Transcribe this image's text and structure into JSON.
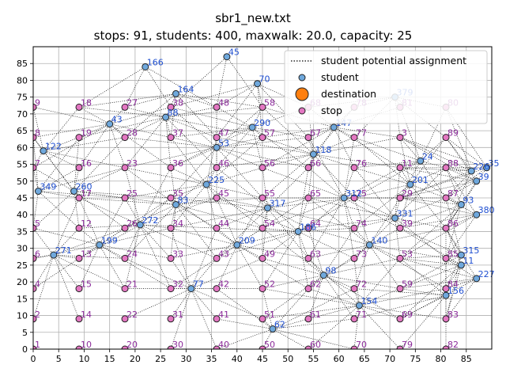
{
  "chart_data": {
    "type": "scatter",
    "title": "sbr1_new.txt",
    "subtitle": "stops: 91, students: 400, maxwalk: 20.0, capacity: 25",
    "xlabel": "",
    "ylabel": "",
    "xlim": [
      0,
      90
    ],
    "ylim": [
      0,
      90
    ],
    "x_ticks": [
      "0",
      "5",
      "10",
      "15",
      "20",
      "25",
      "30",
      "35",
      "40",
      "45",
      "50",
      "55",
      "60",
      "65",
      "70",
      "75",
      "80",
      "85"
    ],
    "y_ticks": [
      "0",
      "5",
      "10",
      "15",
      "20",
      "25",
      "30",
      "35",
      "40",
      "45",
      "50",
      "55",
      "60",
      "65",
      "70",
      "75",
      "80",
      "85"
    ],
    "grid": true,
    "legend_position": "top-right",
    "legend": [
      {
        "label": "student potential assignment",
        "marker": "dotted-line"
      },
      {
        "label": "student",
        "marker": "circle"
      },
      {
        "label": "destination",
        "marker": "large-circle"
      },
      {
        "label": "stop",
        "marker": "circle"
      }
    ],
    "colors": {
      "student_fill": "#6fa8dc",
      "student_label": "#1f4fd1",
      "stop_fill": "#e377c2",
      "stop_label": "#8b2a9a",
      "destination_fill": "#ff7f0e",
      "assignment_line": "#000000",
      "grid": "#b0b0b0"
    },
    "students": [
      {
        "id": "166",
        "x": 22,
        "y": 84
      },
      {
        "id": "45",
        "x": 38,
        "y": 87
      },
      {
        "id": "70",
        "x": 44,
        "y": 79
      },
      {
        "id": "164",
        "x": 28,
        "y": 76
      },
      {
        "id": "379",
        "x": 71,
        "y": 75
      },
      {
        "id": "122",
        "x": 2,
        "y": 59
      },
      {
        "id": "260",
        "x": 8,
        "y": 47
      },
      {
        "id": "349",
        "x": 1,
        "y": 47
      },
      {
        "id": "226",
        "x": 86,
        "y": 53
      },
      {
        "id": "35",
        "x": 89,
        "y": 54
      },
      {
        "id": "39",
        "x": 87,
        "y": 50
      },
      {
        "id": "93",
        "x": 84,
        "y": 43
      },
      {
        "id": "380",
        "x": 87,
        "y": 40
      },
      {
        "id": "24",
        "x": 76,
        "y": 56
      },
      {
        "id": "315",
        "x": 84,
        "y": 28
      },
      {
        "id": "11",
        "x": 84,
        "y": 25
      },
      {
        "id": "227",
        "x": 87,
        "y": 21
      },
      {
        "id": "156",
        "x": 81,
        "y": 16
      },
      {
        "id": "225",
        "x": 34,
        "y": 49
      },
      {
        "id": "317",
        "x": 46,
        "y": 42
      },
      {
        "id": "88",
        "x": 26,
        "y": 69
      },
      {
        "id": "43",
        "x": 15,
        "y": 67
      },
      {
        "id": "271",
        "x": 4,
        "y": 28
      },
      {
        "id": "186",
        "x": 52,
        "y": 35
      },
      {
        "id": "209",
        "x": 40,
        "y": 31
      },
      {
        "id": "312",
        "x": 61,
        "y": 45
      },
      {
        "id": "140",
        "x": 66,
        "y": 31
      },
      {
        "id": "98",
        "x": 57,
        "y": 22
      },
      {
        "id": "77",
        "x": 31,
        "y": 18
      },
      {
        "id": "154",
        "x": 64,
        "y": 13
      },
      {
        "id": "62",
        "x": 47,
        "y": 6
      },
      {
        "id": "201",
        "x": 74,
        "y": 49
      },
      {
        "id": "118",
        "x": 55,
        "y": 58
      },
      {
        "id": "53",
        "x": 36,
        "y": 60
      },
      {
        "id": "272",
        "x": 21,
        "y": 37
      },
      {
        "id": "199",
        "x": 13,
        "y": 31
      },
      {
        "id": "331",
        "x": 71,
        "y": 39
      },
      {
        "id": "147",
        "x": 59,
        "y": 66
      },
      {
        "id": "290",
        "x": 43,
        "y": 66
      },
      {
        "id": "83",
        "x": 28,
        "y": 43
      }
    ],
    "stops": [
      {
        "id": "1",
        "x": 0,
        "y": 0
      },
      {
        "id": "2",
        "x": 0,
        "y": 9
      },
      {
        "id": "4",
        "x": 0,
        "y": 18
      },
      {
        "id": "6",
        "x": 0,
        "y": 27
      },
      {
        "id": "5",
        "x": 0,
        "y": 36
      },
      {
        "id": "7",
        "x": 0,
        "y": 54
      },
      {
        "id": "8",
        "x": 0,
        "y": 63
      },
      {
        "id": "9",
        "x": 0,
        "y": 72
      },
      {
        "id": "10",
        "x": 9,
        "y": 0
      },
      {
        "id": "14",
        "x": 9,
        "y": 9
      },
      {
        "id": "15",
        "x": 9,
        "y": 18
      },
      {
        "id": "13",
        "x": 9,
        "y": 27
      },
      {
        "id": "12",
        "x": 9,
        "y": 36
      },
      {
        "id": "17",
        "x": 9,
        "y": 45
      },
      {
        "id": "16",
        "x": 9,
        "y": 54
      },
      {
        "id": "19",
        "x": 9,
        "y": 63
      },
      {
        "id": "18",
        "x": 9,
        "y": 72
      },
      {
        "id": "20",
        "x": 18,
        "y": 0
      },
      {
        "id": "22",
        "x": 18,
        "y": 9
      },
      {
        "id": "21",
        "x": 18,
        "y": 18
      },
      {
        "id": "24",
        "x": 18,
        "y": 27
      },
      {
        "id": "26",
        "x": 18,
        "y": 36
      },
      {
        "id": "25",
        "x": 18,
        "y": 45
      },
      {
        "id": "23",
        "x": 18,
        "y": 54
      },
      {
        "id": "28",
        "x": 18,
        "y": 63
      },
      {
        "id": "27",
        "x": 18,
        "y": 72
      },
      {
        "id": "30",
        "x": 27,
        "y": 0
      },
      {
        "id": "31",
        "x": 27,
        "y": 9
      },
      {
        "id": "32",
        "x": 27,
        "y": 18
      },
      {
        "id": "33",
        "x": 27,
        "y": 27
      },
      {
        "id": "34",
        "x": 27,
        "y": 36
      },
      {
        "id": "35",
        "x": 27,
        "y": 45
      },
      {
        "id": "36",
        "x": 27,
        "y": 54
      },
      {
        "id": "37",
        "x": 27,
        "y": 63
      },
      {
        "id": "38",
        "x": 27,
        "y": 72
      },
      {
        "id": "40",
        "x": 36,
        "y": 0
      },
      {
        "id": "41",
        "x": 36,
        "y": 9
      },
      {
        "id": "42",
        "x": 36,
        "y": 18
      },
      {
        "id": "43",
        "x": 36,
        "y": 27
      },
      {
        "id": "44",
        "x": 36,
        "y": 36
      },
      {
        "id": "45",
        "x": 36,
        "y": 45
      },
      {
        "id": "46",
        "x": 36,
        "y": 54
      },
      {
        "id": "47",
        "x": 36,
        "y": 63
      },
      {
        "id": "48",
        "x": 36,
        "y": 72
      },
      {
        "id": "50",
        "x": 45,
        "y": 0
      },
      {
        "id": "51",
        "x": 45,
        "y": 9
      },
      {
        "id": "52",
        "x": 45,
        "y": 18
      },
      {
        "id": "49",
        "x": 45,
        "y": 27
      },
      {
        "id": "54",
        "x": 45,
        "y": 36
      },
      {
        "id": "55",
        "x": 45,
        "y": 45
      },
      {
        "id": "56",
        "x": 45,
        "y": 54
      },
      {
        "id": "57",
        "x": 45,
        "y": 63
      },
      {
        "id": "58",
        "x": 45,
        "y": 72
      },
      {
        "id": "60",
        "x": 54,
        "y": 0
      },
      {
        "id": "61",
        "x": 54,
        "y": 9
      },
      {
        "id": "62",
        "x": 54,
        "y": 18
      },
      {
        "id": "63",
        "x": 54,
        "y": 27
      },
      {
        "id": "64",
        "x": 54,
        "y": 36
      },
      {
        "id": "65",
        "x": 54,
        "y": 45
      },
      {
        "id": "66",
        "x": 54,
        "y": 54
      },
      {
        "id": "67",
        "x": 54,
        "y": 63
      },
      {
        "id": "68",
        "x": 54,
        "y": 72
      },
      {
        "id": "70",
        "x": 63,
        "y": 0
      },
      {
        "id": "71",
        "x": 63,
        "y": 9
      },
      {
        "id": "72",
        "x": 63,
        "y": 18
      },
      {
        "id": "73",
        "x": 63,
        "y": 27
      },
      {
        "id": "74",
        "x": 63,
        "y": 36
      },
      {
        "id": "75",
        "x": 63,
        "y": 45
      },
      {
        "id": "76",
        "x": 63,
        "y": 54
      },
      {
        "id": "77",
        "x": 63,
        "y": 63
      },
      {
        "id": "78",
        "x": 63,
        "y": 72
      },
      {
        "id": "79",
        "x": 72,
        "y": 0
      },
      {
        "id": "69",
        "x": 72,
        "y": 9
      },
      {
        "id": "59",
        "x": 72,
        "y": 18
      },
      {
        "id": "53",
        "x": 72,
        "y": 27
      },
      {
        "id": "39",
        "x": 72,
        "y": 36
      },
      {
        "id": "29",
        "x": 72,
        "y": 45
      },
      {
        "id": "11",
        "x": 72,
        "y": 54
      },
      {
        "id": "3",
        "x": 72,
        "y": 63
      },
      {
        "id": "81",
        "x": 72,
        "y": 72
      },
      {
        "id": "82",
        "x": 81,
        "y": 0
      },
      {
        "id": "83",
        "x": 81,
        "y": 9
      },
      {
        "id": "84",
        "x": 81,
        "y": 18
      },
      {
        "id": "85",
        "x": 81,
        "y": 27
      },
      {
        "id": "86",
        "x": 81,
        "y": 36
      },
      {
        "id": "87",
        "x": 81,
        "y": 45
      },
      {
        "id": "88",
        "x": 81,
        "y": 54
      },
      {
        "id": "89",
        "x": 81,
        "y": 63
      },
      {
        "id": "80",
        "x": 81,
        "y": 72
      }
    ]
  }
}
